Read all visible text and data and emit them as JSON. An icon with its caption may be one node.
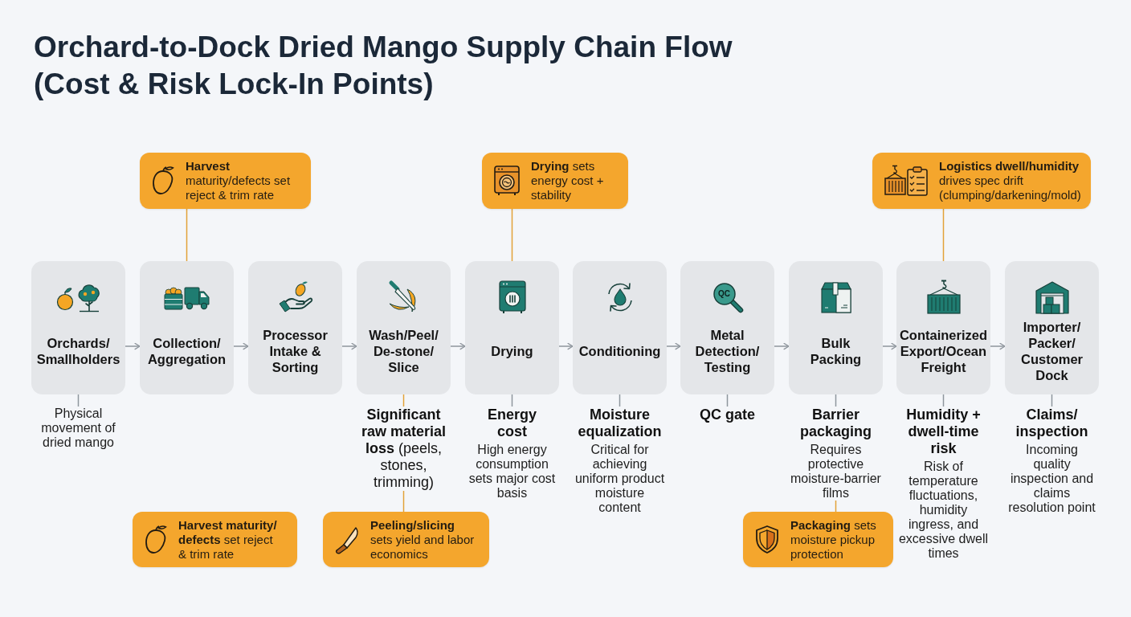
{
  "diagram": {
    "title": "Orchard-to-Dock Dried Mango Supply Chain Flow (Cost & Risk Lock-In Points)",
    "nodes": [
      {
        "text": [
          "**Harvest** maturity/defects set reject & trim rate"
        ]
      },
      {
        "text": [
          "**Drying** sets energy cost + stability"
        ]
      },
      {
        "text": [
          "**Logistics dwell/humidity** drives spec drift (clumping/darkening/mold)"
        ]
      },
      {
        "text": [
          "Orchards/ Smallholders"
        ]
      },
      {
        "text": [
          "Collection/ Aggregation"
        ]
      },
      {
        "text": [
          "Processor Intake & Sorting"
        ]
      },
      {
        "text": [
          "Wash/Peel/ De-stone/ Slice"
        ]
      },
      {
        "text": [
          "Drying"
        ]
      },
      {
        "text": [
          "Conditioning"
        ]
      },
      {
        "text": [
          "Metal Detection/ Testing"
        ]
      },
      {
        "text": [
          "Bulk Packing"
        ]
      },
      {
        "text": [
          "Containerized Export/Ocean Freight"
        ]
      },
      {
        "text": [
          "Importer/ Packer/ Customer Dock"
        ]
      },
      {
        "text": [
          "Physical movement of dried mango"
        ]
      },
      {
        "text": [
          "**Significant raw material loss** (peels, stones, trimming)"
        ]
      },
      {
        "text": [
          "Energy cost",
          "High energy consumption sets major cost basis"
        ]
      },
      {
        "text": [
          "Moisture equalization",
          "Critical for achieving uniform product moisture content"
        ]
      },
      {
        "text": [
          "QC gate"
        ]
      },
      {
        "text": [
          "Barrier packaging",
          "Requires protective moisture-barrier films"
        ]
      },
      {
        "text": [
          "Humidity + dwell-time risk",
          "Risk of temperature fluctuations, humidity ingress, and excessive dwell times"
        ]
      },
      {
        "text": [
          "Claims/ inspection",
          "Incoming quality inspection and claims resolution point"
        ]
      },
      {
        "text": [
          "**Harvest maturity/ defects** set reject & trim rate"
        ]
      },
      {
        "text": [
          "**Peeling/slicing** sets yield and labor economics"
        ]
      },
      {
        "text": [
          "**Packaging** sets moisture pickup protection"
        ]
      }
    ],
    "edges": [
      {
        "from": 3,
        "to": 4,
        "arrow": "to"
      },
      {
        "from": 4,
        "to": 5,
        "arrow": "to"
      },
      {
        "from": 5,
        "to": 6,
        "arrow": "to"
      },
      {
        "from": 6,
        "to": 7,
        "arrow": "to"
      },
      {
        "from": 7,
        "to": 8,
        "arrow": "to"
      },
      {
        "from": 8,
        "to": 9,
        "arrow": "to"
      },
      {
        "from": 9,
        "to": 10,
        "arrow": "to"
      },
      {
        "from": 10,
        "to": 11,
        "arrow": "to"
      },
      {
        "from": 11,
        "to": 12,
        "arrow": "to"
      },
      {
        "from": 0,
        "to": 4,
        "arrow": "none",
        "color": "#e3a238"
      },
      {
        "from": 1,
        "to": 7,
        "arrow": "none",
        "color": "#e3a238"
      },
      {
        "from": 2,
        "to": 11,
        "arrow": "none",
        "color": "#e3a238"
      },
      {
        "from": 3,
        "to": 13,
        "arrow": "none"
      },
      {
        "from": 6,
        "to": 14,
        "arrow": "none",
        "color": "#e3a238"
      },
      {
        "from": 7,
        "to": 15,
        "arrow": "none"
      },
      {
        "from": 8,
        "to": 16,
        "arrow": "none"
      },
      {
        "from": 9,
        "to": 17,
        "arrow": "none"
      },
      {
        "from": 10,
        "to": 18,
        "arrow": "none"
      },
      {
        "from": 11,
        "to": 19,
        "arrow": "none"
      },
      {
        "from": 12,
        "to": 20,
        "arrow": "none"
      },
      {
        "from": 14,
        "to": 22,
        "arrow": "none",
        "color": "#e3a238"
      },
      {
        "from": 18,
        "to": 23,
        "arrow": "none",
        "color": "#e3a238"
      }
    ],
    "labels": [
      "QC"
    ]
  }
}
